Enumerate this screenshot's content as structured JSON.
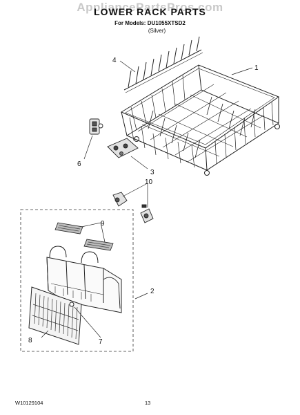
{
  "watermark": "AppliancePartsPros.com",
  "header": {
    "title": "LOWER RACK PARTS",
    "models": "For Models: DU1055XTSD2",
    "variant": "(Silver)"
  },
  "callouts": [
    "1",
    "2",
    "3",
    "4",
    "6",
    "7",
    "8",
    "9",
    "10"
  ],
  "footer": {
    "doc_number": "W10129104",
    "page_number": "13"
  }
}
